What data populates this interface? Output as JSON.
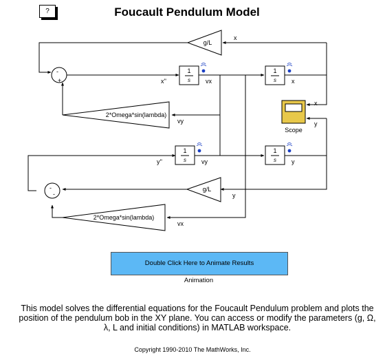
{
  "header": {
    "help_label": "?",
    "title": "Foucault Pendulum Model"
  },
  "blocks": {
    "gain_gL": "g/L",
    "gain_omega": "2*Omega*sin(lambda)",
    "integ_num": "1",
    "integ_den": "s",
    "scope": "Scope"
  },
  "signals": {
    "x": "x",
    "y": "y",
    "vx": "vx",
    "vy": "vy",
    "xdd": "x''",
    "ydd": "y''",
    "sum1_sign1": "-",
    "sum1_sign2": "+",
    "sum2_sign1": "-",
    "sum2_sign2": "-"
  },
  "animate": {
    "button_label": "Double Click Here to Animate Results",
    "caption": "Animation"
  },
  "description": "This model solves the differential equations for the Foucault Pendulum problem and plots the position of the pendulum bob in the XY plane. You can access or modify the parameters (g, Ω, λ, L and initial conditions) in MATLAB workspace.",
  "copyright": "Copyright 1990-2010 The MathWorks, Inc.",
  "colors": {
    "wire": "#000000",
    "scope": "#e8c84a",
    "button": "#5cb8f5",
    "port_indicator": "#1a3fc4"
  }
}
